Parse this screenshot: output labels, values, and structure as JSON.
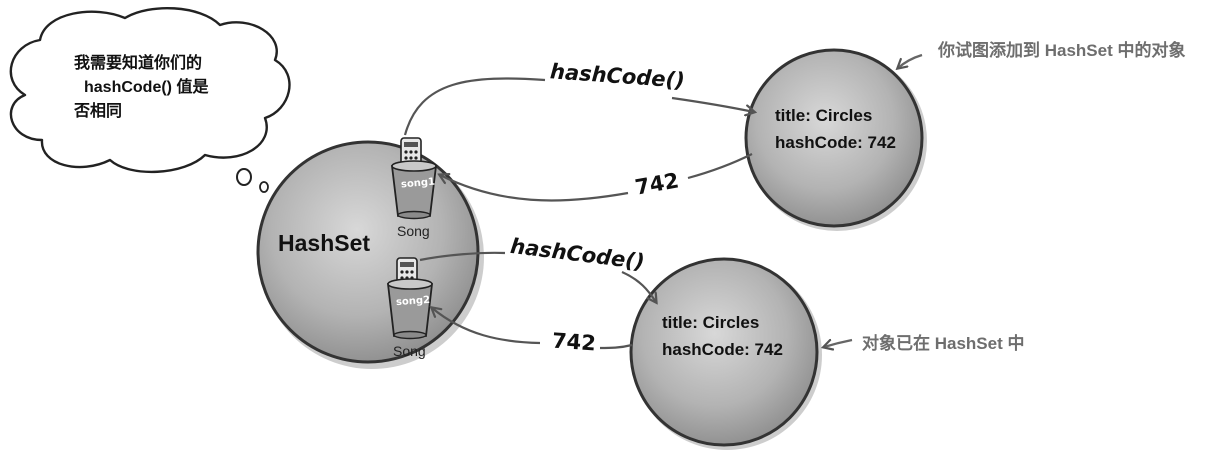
{
  "thought_bubble": {
    "lines": [
      "我需要知道你们的",
      "hashCode() 值是",
      "否相同"
    ]
  },
  "hashset": {
    "label": "HashSet",
    "items": [
      {
        "can_label": "song1",
        "caption": "Song"
      },
      {
        "can_label": "song2",
        "caption": "Song"
      }
    ]
  },
  "object_new": {
    "title_line": "title: Circles",
    "hash_line": "hashCode: 742",
    "note": "你试图添加到 HashSet 中的对象"
  },
  "object_existing": {
    "title_line": "title: Circles",
    "hash_line": "hashCode: 742",
    "note": "对象已在 HashSet 中"
  },
  "arrows": {
    "call_top": "hashCode()",
    "return_top": "742",
    "call_bottom": "hashCode()",
    "return_bottom": "742"
  }
}
